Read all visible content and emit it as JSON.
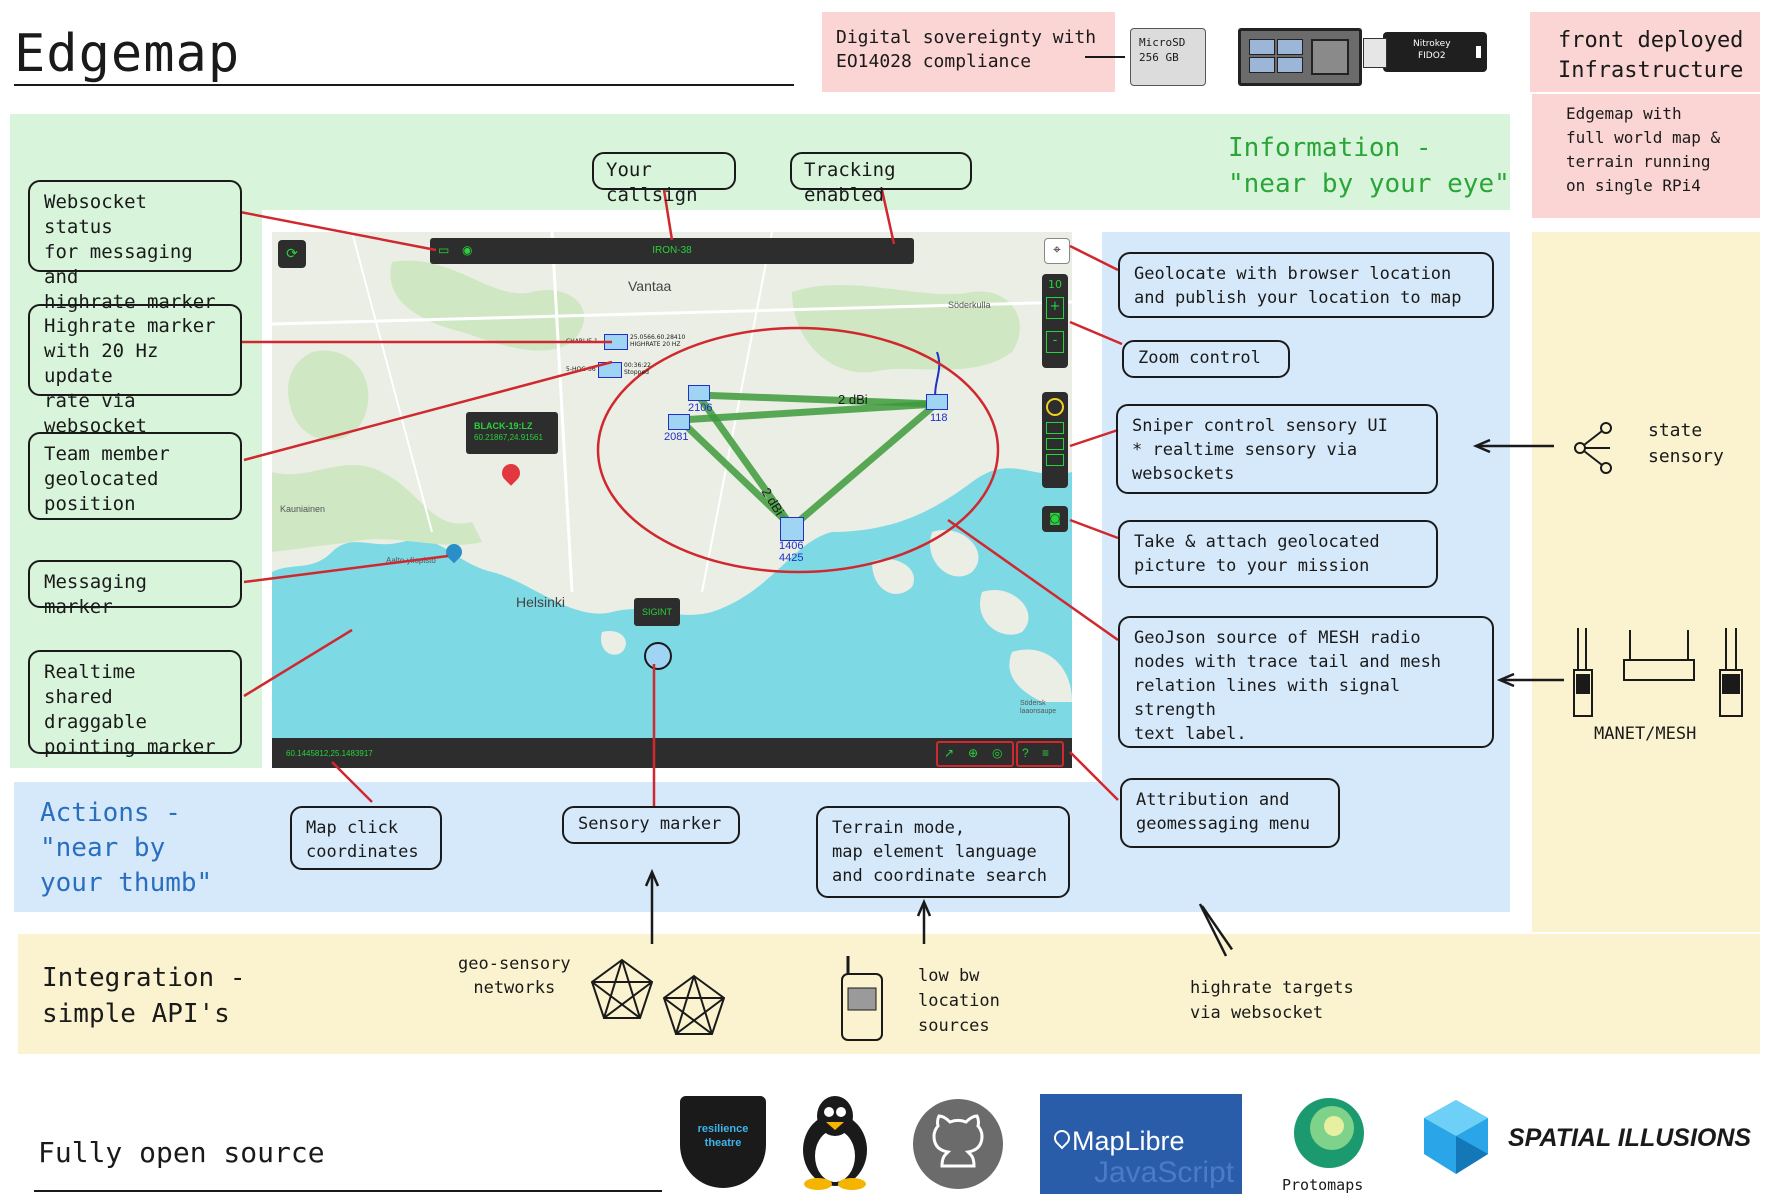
{
  "title": "Edgemap",
  "header": {
    "sovereignty": "Digital sovereignty with\nEO14028 compliance",
    "microsd": "MicroSD\n256 GB",
    "nitrokey": "Nitrokey\nFIDO2",
    "front_deployed": "front deployed\nInfrastructure",
    "rpi_note": "Edgemap with\nfull world map &\nterrain running\non single RPi4"
  },
  "zones": {
    "information": "Information -\n\"near by your eye\"",
    "actions": "Actions -\n\"near by\n your thumb\"",
    "integration": "Integration -\nsimple API's",
    "open_source": "Fully open source"
  },
  "callouts_left": [
    "Websocket status\nfor messaging and\nhighrate marker",
    "Highrate marker\nwith 20 Hz update\nrate via websocket",
    "Team member\ngeolocated position",
    "Messaging marker",
    "Realtime\nshared draggable\npointing marker"
  ],
  "callouts_top": [
    "Your callsign",
    "Tracking enabled"
  ],
  "callouts_right": [
    "Geolocate with browser location\nand publish your location to map",
    "Zoom control",
    "Sniper control sensory UI\n* realtime sensory via\n  websockets",
    "Take & attach geolocated\npicture to your mission",
    "GeoJson source of MESH radio\nnodes with trace tail and mesh\nrelation lines with signal strength\ntext label.",
    "Attribution and\ngeomessaging menu"
  ],
  "callouts_bottom": [
    "Map click\ncoordinates",
    "Sensory marker",
    "Terrain mode,\nmap element language\nand coordinate search"
  ],
  "side_items": {
    "state_sensory": "state\nsensory",
    "manet_mesh": "MANET/MESH"
  },
  "integration_items": {
    "geo_sensory": "geo-sensory\nnetworks",
    "low_bw": "low bw\nlocation\nsources",
    "highrate": "highrate targets\nvia websocket"
  },
  "map": {
    "callsign": "IRON-38",
    "zoom_level": "10",
    "zoom_in": "+",
    "zoom_out": "-",
    "coordinates": "60.1445812,25.1483917",
    "place_vantaa": "Vantaa",
    "place_helsinki": "Helsinki",
    "place_kauniainen": "Kauniainen",
    "place_soderkulla": "Söderkulla",
    "place_aalto": "Aalto-yliopisto",
    "place_sodersk": "Södersk\nlaaonsaupe",
    "charlie_label": "CHARLIE-1",
    "charlie_info": "25.0566.60.28410\nHIGHRATE 20 HZ",
    "shqg_label": "5-HQG-36",
    "shqg_info": "00:36:22\nStopped",
    "black_label": "BLACK-19:LZ",
    "black_coords": "60.21867,24.91561",
    "sigint": "SIGINT",
    "node_2106": "2106",
    "node_2081": "2081",
    "node_118": "118",
    "node_1406": "1406",
    "node_4425": "4425",
    "link_top": "2 dBi",
    "link_diag": "2 dBi"
  },
  "logos": {
    "resilience": "resilience\ntheatre",
    "maplibre": "MapLibre",
    "maplibre_sub": "JavaScript",
    "protomaps": "Protomaps",
    "spatial": "SPATIAL ILLUSIONS"
  },
  "colors": {
    "info_zone": "#d8f5dc",
    "actions_zone": "#d6e9fa",
    "integration_zone": "#fbf3cf",
    "header_pink": "#fbd4d4",
    "callout_line": "#d0282e",
    "info_title": "#2aa638",
    "actions_title": "#2a6fbf",
    "map_water": "#7dd9e3",
    "map_land": "#eaeee4",
    "mesh_line": "#3f9b3c"
  }
}
